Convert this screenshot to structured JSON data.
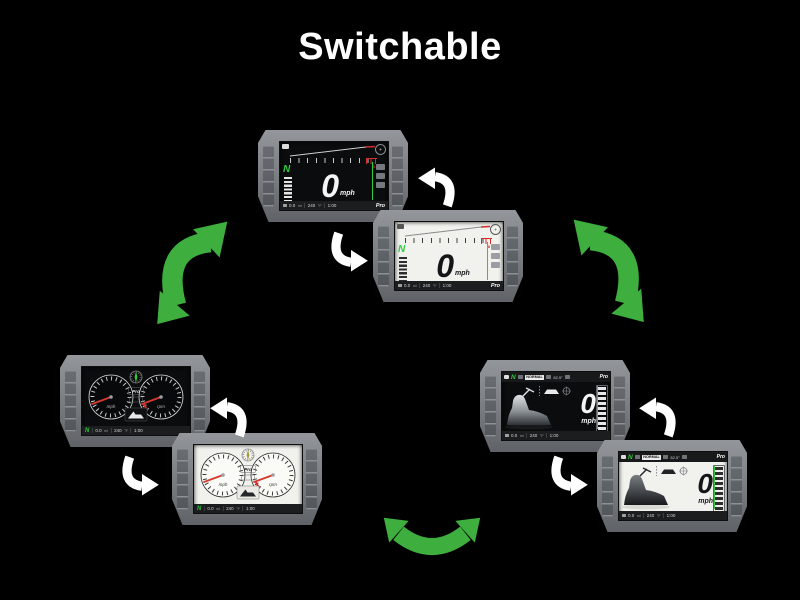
{
  "page": {
    "title": "Switchable"
  },
  "colors": {
    "background": "#000000",
    "switch_arrow_green": "#3eaf3e",
    "mode_arrow_white": "#ffffff",
    "gear_green": "#2ecc3e",
    "needle_red": "#d43a2e",
    "redzone_red": "#d22c2c",
    "bezel_gray": "#7d8185",
    "screen_dark": "#0a0c0d",
    "screen_light": "#f1f1ed"
  },
  "icons": {
    "switch_arrow": "curved-double-arrow",
    "mode_toggle_arrow": "curved-arrow",
    "compass": "compass-rose",
    "boat": "watercraft-silhouette",
    "fuel": "segmented-bar-gauge"
  },
  "displays": [
    {
      "name": "digital-dark",
      "variant": "digital",
      "theme": "dark",
      "gear": "N",
      "speed": "0",
      "speed_unit": "mph",
      "scale_ticks": [
        "1",
        "2",
        "3",
        "4",
        "5",
        "6",
        "7"
      ],
      "scale_max": "8",
      "status": {
        "odo": "0.0",
        "odo_unit": "mi",
        "temp": "240",
        "temp_unit": "°F",
        "clock": "1:00"
      },
      "brand": "Pro"
    },
    {
      "name": "digital-light",
      "variant": "digital",
      "theme": "light",
      "gear": "N",
      "speed": "0",
      "speed_unit": "mph",
      "scale_ticks": [
        "1",
        "2",
        "3",
        "4",
        "5",
        "6",
        "7"
      ],
      "scale_max": "8",
      "status": {
        "odo": "0.0",
        "odo_unit": "mi",
        "temp": "240",
        "temp_unit": "°F",
        "clock": "1:00"
      },
      "brand": "Pro"
    },
    {
      "name": "gauges-dark",
      "variant": "gauges",
      "theme": "dark",
      "gear": "N",
      "gauge_left_unit": "mph",
      "gauge_right_unit": "rpm",
      "gauge_left_numbers": [
        "10",
        "20",
        "30",
        "40",
        "50",
        "60",
        "70"
      ],
      "gauge_right_numbers": [
        "1",
        "2",
        "3",
        "4",
        "5",
        "6",
        "7",
        "8"
      ],
      "status": {
        "odo": "0.0",
        "odo_unit": "mi",
        "temp": "240",
        "temp_unit": "°F",
        "clock": "1:00"
      },
      "brand": "Pro"
    },
    {
      "name": "gauges-light",
      "variant": "gauges",
      "theme": "light",
      "gear": "N",
      "gauge_left_unit": "mph",
      "gauge_right_unit": "rpm",
      "gauge_left_numbers": [
        "10",
        "20",
        "30",
        "40",
        "50",
        "60",
        "70"
      ],
      "gauge_right_numbers": [
        "1",
        "2",
        "3",
        "4",
        "5",
        "6",
        "7",
        "8"
      ],
      "status": {
        "odo": "0.0",
        "odo_unit": "mi",
        "temp": "240",
        "temp_unit": "°F",
        "clock": "1:00"
      },
      "brand": "Pro"
    },
    {
      "name": "watercraft-dark",
      "variant": "watercraft",
      "theme": "dark",
      "gear": "N",
      "mode": "NORMAL",
      "temp_badge": "82.5°",
      "speed": "0",
      "speed_unit": "mph",
      "status": {
        "odo": "0.0",
        "odo_unit": "mi",
        "temp": "240",
        "temp_unit": "°F",
        "clock": "1:00"
      },
      "brand": "Pro"
    },
    {
      "name": "watercraft-light",
      "variant": "watercraft",
      "theme": "light",
      "gear": "N",
      "mode": "NORMAL",
      "temp_badge": "82.5°",
      "speed": "0",
      "speed_unit": "mph",
      "status": {
        "odo": "0.0",
        "odo_unit": "mi",
        "temp": "240",
        "temp_unit": "°F",
        "clock": "1:00"
      },
      "brand": "Pro"
    }
  ]
}
